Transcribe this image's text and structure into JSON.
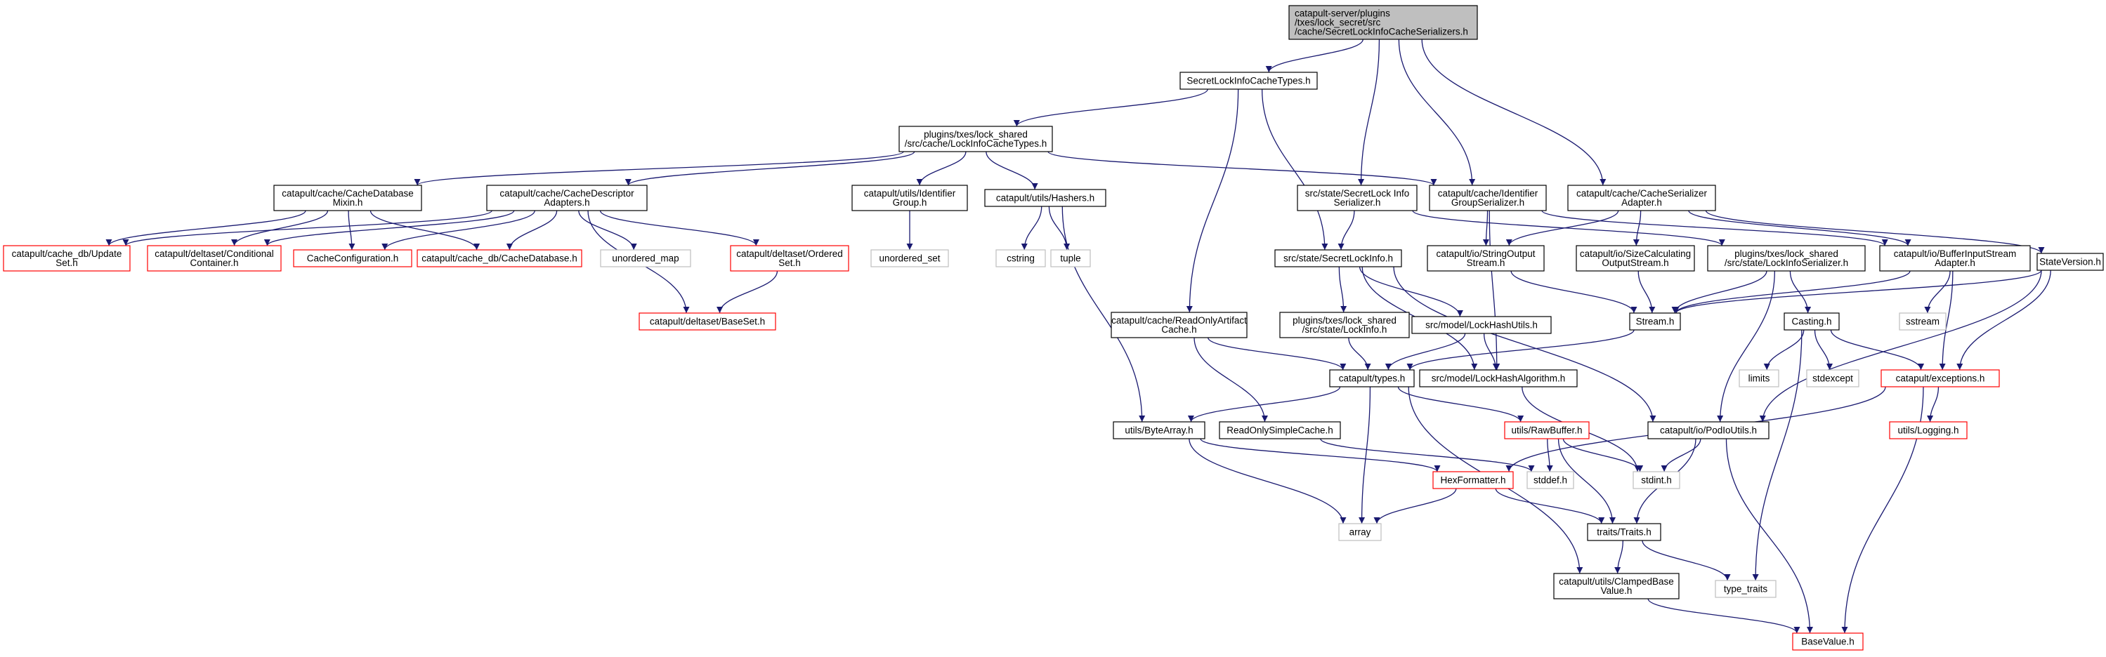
{
  "graph": {
    "nodes": [
      {
        "id": "root",
        "lines": [
          "catapult-server/plugins",
          "/txes/lock_secret/src",
          "/cache/SecretLockInfoCacheSerializers.h"
        ],
        "style": "root"
      },
      {
        "id": "slict",
        "lines": [
          "SecretLockInfoCacheTypes.h"
        ],
        "style": "black"
      },
      {
        "id": "lict",
        "lines": [
          "plugins/txes/lock_shared",
          "/src/cache/LockInfoCacheTypes.h"
        ],
        "style": "black"
      },
      {
        "id": "cdbm",
        "lines": [
          "catapult/cache/CacheDatabase",
          "Mixin.h"
        ],
        "style": "black"
      },
      {
        "id": "cda",
        "lines": [
          "catapult/cache/CacheDescriptor",
          "Adapters.h"
        ],
        "style": "black"
      },
      {
        "id": "uig",
        "lines": [
          "catapult/utils/Identifier",
          "Group.h"
        ],
        "style": "black"
      },
      {
        "id": "hash",
        "lines": [
          "catapult/utils/Hashers.h"
        ],
        "style": "black"
      },
      {
        "id": "igs",
        "lines": [
          "catapult/cache/Identifier",
          "GroupSerializer.h"
        ],
        "style": "black"
      },
      {
        "id": "ssls",
        "lines": [
          "src/state/SecretLock Info",
          "Serializer.h"
        ],
        "style": "black"
      },
      {
        "id": "csa",
        "lines": [
          "catapult/cache/CacheSerializer",
          "Adapter.h"
        ],
        "style": "black"
      },
      {
        "id": "upd",
        "lines": [
          "catapult/cache_db/Update",
          "Set.h"
        ],
        "style": "red"
      },
      {
        "id": "cond",
        "lines": [
          "catapult/deltaset/Conditional",
          "Container.h"
        ],
        "style": "red"
      },
      {
        "id": "ccfg",
        "lines": [
          "CacheConfiguration.h"
        ],
        "style": "red"
      },
      {
        "id": "cdb",
        "lines": [
          "catapult/cache_db/CacheDatabase.h"
        ],
        "style": "red"
      },
      {
        "id": "umap",
        "lines": [
          "unordered_map"
        ],
        "style": "gray"
      },
      {
        "id": "oset",
        "lines": [
          "catapult/deltaset/Ordered",
          "Set.h"
        ],
        "style": "red"
      },
      {
        "id": "bset",
        "lines": [
          "catapult/deltaset/BaseSet.h"
        ],
        "style": "red"
      },
      {
        "id": "uset",
        "lines": [
          "unordered_set"
        ],
        "style": "gray"
      },
      {
        "id": "cstr",
        "lines": [
          "cstring"
        ],
        "style": "gray"
      },
      {
        "id": "tuple",
        "lines": [
          "tuple"
        ],
        "style": "gray"
      },
      {
        "id": "ssli",
        "lines": [
          "src/state/SecretLockInfo.h"
        ],
        "style": "black"
      },
      {
        "id": "sos",
        "lines": [
          "catapult/io/StringOutput",
          "Stream.h"
        ],
        "style": "black"
      },
      {
        "id": "scos",
        "lines": [
          "catapult/io/SizeCalculating",
          "OutputStream.h"
        ],
        "style": "black"
      },
      {
        "id": "plis",
        "lines": [
          "plugins/txes/lock_shared",
          "/src/state/LockInfoSerializer.h"
        ],
        "style": "black"
      },
      {
        "id": "bisa",
        "lines": [
          "catapult/io/BufferInputStream",
          "Adapter.h"
        ],
        "style": "black"
      },
      {
        "id": "sver",
        "lines": [
          "StateVersion.h"
        ],
        "style": "black"
      },
      {
        "id": "rac",
        "lines": [
          "catapult/cache/ReadOnlyArtifact",
          "Cache.h"
        ],
        "style": "black"
      },
      {
        "id": "pli",
        "lines": [
          "plugins/txes/lock_shared",
          "/src/state/LockInfo.h"
        ],
        "style": "black"
      },
      {
        "id": "lhu",
        "lines": [
          "src/model/LockHashUtils.h"
        ],
        "style": "black"
      },
      {
        "id": "stream",
        "lines": [
          "Stream.h"
        ],
        "style": "black"
      },
      {
        "id": "cast",
        "lines": [
          "Casting.h"
        ],
        "style": "black"
      },
      {
        "id": "sstream",
        "lines": [
          "sstream"
        ],
        "style": "gray"
      },
      {
        "id": "types",
        "lines": [
          "catapult/types.h"
        ],
        "style": "black"
      },
      {
        "id": "lha",
        "lines": [
          "src/model/LockHashAlgorithm.h"
        ],
        "style": "black"
      },
      {
        "id": "limits",
        "lines": [
          "limits"
        ],
        "style": "gray"
      },
      {
        "id": "stdexc",
        "lines": [
          "stdexcept"
        ],
        "style": "gray"
      },
      {
        "id": "exc",
        "lines": [
          "catapult/exceptions.h"
        ],
        "style": "red"
      },
      {
        "id": "ba",
        "lines": [
          "utils/ByteArray.h"
        ],
        "style": "black"
      },
      {
        "id": "ross",
        "lines": [
          "ReadOnlySimpleCache.h"
        ],
        "style": "black"
      },
      {
        "id": "rbuf",
        "lines": [
          "utils/RawBuffer.h"
        ],
        "style": "red"
      },
      {
        "id": "pod",
        "lines": [
          "catapult/io/PodIoUtils.h"
        ],
        "style": "black"
      },
      {
        "id": "log",
        "lines": [
          "utils/Logging.h"
        ],
        "style": "red"
      },
      {
        "id": "stddef",
        "lines": [
          "stddef.h"
        ],
        "style": "gray"
      },
      {
        "id": "stdint",
        "lines": [
          "stdint.h"
        ],
        "style": "gray"
      },
      {
        "id": "hexf",
        "lines": [
          "HexFormatter.h"
        ],
        "style": "red"
      },
      {
        "id": "array",
        "lines": [
          "array"
        ],
        "style": "gray"
      },
      {
        "id": "traits",
        "lines": [
          "traits/Traits.h"
        ],
        "style": "black"
      },
      {
        "id": "cbv",
        "lines": [
          "catapult/utils/ClampedBase",
          "Value.h"
        ],
        "style": "black"
      },
      {
        "id": "tt",
        "lines": [
          "type_traits"
        ],
        "style": "gray"
      },
      {
        "id": "bv",
        "lines": [
          "BaseValue.h"
        ],
        "style": "red"
      }
    ],
    "edges": [
      [
        "root",
        "slict"
      ],
      [
        "root",
        "ssls"
      ],
      [
        "root",
        "igs"
      ],
      [
        "root",
        "csa"
      ],
      [
        "slict",
        "lict"
      ],
      [
        "slict",
        "rac"
      ],
      [
        "slict",
        "ssli"
      ],
      [
        "lict",
        "cdbm"
      ],
      [
        "lict",
        "cda"
      ],
      [
        "lict",
        "uig"
      ],
      [
        "lict",
        "hash"
      ],
      [
        "lict",
        "igs"
      ],
      [
        "cdbm",
        "upd"
      ],
      [
        "cdbm",
        "cond"
      ],
      [
        "cdbm",
        "ccfg"
      ],
      [
        "cdbm",
        "cdb"
      ],
      [
        "cda",
        "upd"
      ],
      [
        "cda",
        "cond"
      ],
      [
        "cda",
        "ccfg"
      ],
      [
        "cda",
        "cdb"
      ],
      [
        "cda",
        "umap"
      ],
      [
        "cda",
        "oset"
      ],
      [
        "cda",
        "bset"
      ],
      [
        "oset",
        "bset"
      ],
      [
        "uig",
        "uset"
      ],
      [
        "hash",
        "cstr"
      ],
      [
        "hash",
        "tuple"
      ],
      [
        "hash",
        "ba"
      ],
      [
        "igs",
        "sos"
      ],
      [
        "igs",
        "bisa"
      ],
      [
        "igs",
        "lha"
      ],
      [
        "ssls",
        "ssli"
      ],
      [
        "ssls",
        "plis"
      ],
      [
        "csa",
        "sos"
      ],
      [
        "csa",
        "scos"
      ],
      [
        "csa",
        "bisa"
      ],
      [
        "csa",
        "sver"
      ],
      [
        "ssli",
        "pli"
      ],
      [
        "ssli",
        "lhu"
      ],
      [
        "ssli",
        "lha"
      ],
      [
        "ssli",
        "pod"
      ],
      [
        "sos",
        "stream"
      ],
      [
        "scos",
        "stream"
      ],
      [
        "plis",
        "stream"
      ],
      [
        "plis",
        "pod"
      ],
      [
        "plis",
        "cast"
      ],
      [
        "bisa",
        "stream"
      ],
      [
        "bisa",
        "sstream"
      ],
      [
        "bisa",
        "exc"
      ],
      [
        "sver",
        "stream"
      ],
      [
        "sver",
        "exc"
      ],
      [
        "sver",
        "pod"
      ],
      [
        "rac",
        "types"
      ],
      [
        "rac",
        "ross"
      ],
      [
        "pli",
        "types"
      ],
      [
        "lhu",
        "types"
      ],
      [
        "lhu",
        "lha"
      ],
      [
        "stream",
        "types"
      ],
      [
        "cast",
        "limits"
      ],
      [
        "cast",
        "stdexc"
      ],
      [
        "cast",
        "exc"
      ],
      [
        "cast",
        "tt"
      ],
      [
        "types",
        "ba"
      ],
      [
        "types",
        "rbuf"
      ],
      [
        "types",
        "array"
      ],
      [
        "types",
        "cbv"
      ],
      [
        "lha",
        "stdint"
      ],
      [
        "exc",
        "hexf"
      ],
      [
        "exc",
        "log"
      ],
      [
        "exc",
        "bv"
      ],
      [
        "ba",
        "array"
      ],
      [
        "ba",
        "hexf"
      ],
      [
        "ross",
        "stddef"
      ],
      [
        "rbuf",
        "stddef"
      ],
      [
        "rbuf",
        "stdint"
      ],
      [
        "rbuf",
        "traits"
      ],
      [
        "pod",
        "stdint"
      ],
      [
        "pod",
        "traits"
      ],
      [
        "pod",
        "bv"
      ],
      [
        "hexf",
        "array"
      ],
      [
        "hexf",
        "traits"
      ],
      [
        "traits",
        "cbv"
      ],
      [
        "traits",
        "tt"
      ],
      [
        "cbv",
        "bv"
      ]
    ]
  }
}
